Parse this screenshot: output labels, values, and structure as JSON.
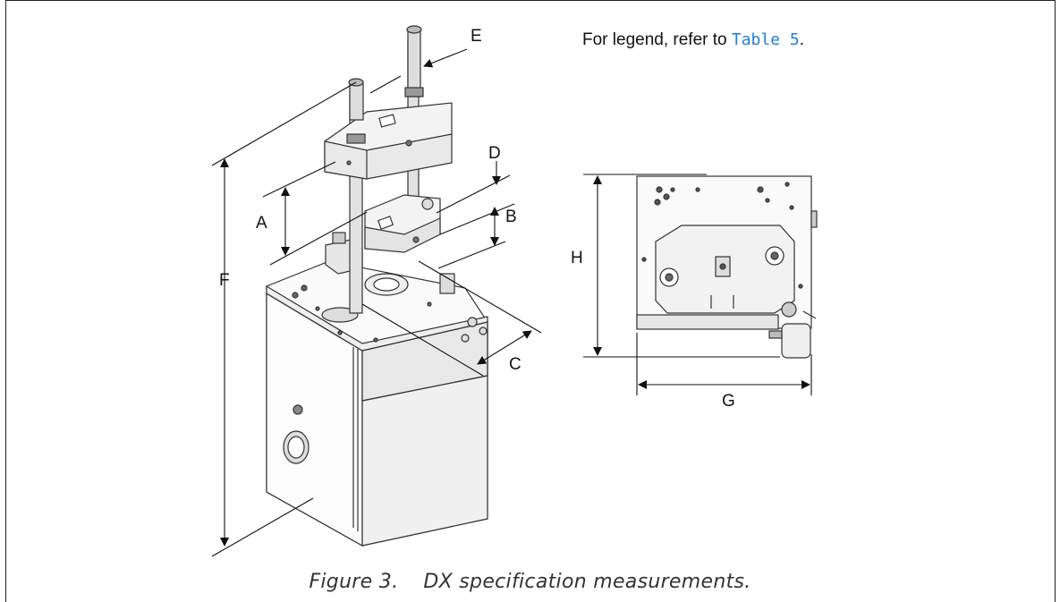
{
  "legend": {
    "prefix": "For legend, refer to ",
    "link_text": "Table 5",
    "suffix": "."
  },
  "dimension_labels": {
    "a": "A",
    "b": "B",
    "c": "C",
    "d": "D",
    "e": "E",
    "f": "F",
    "g": "G",
    "h": "H"
  },
  "caption": {
    "number": "Figure 3.",
    "text": "DX specification measurements."
  }
}
